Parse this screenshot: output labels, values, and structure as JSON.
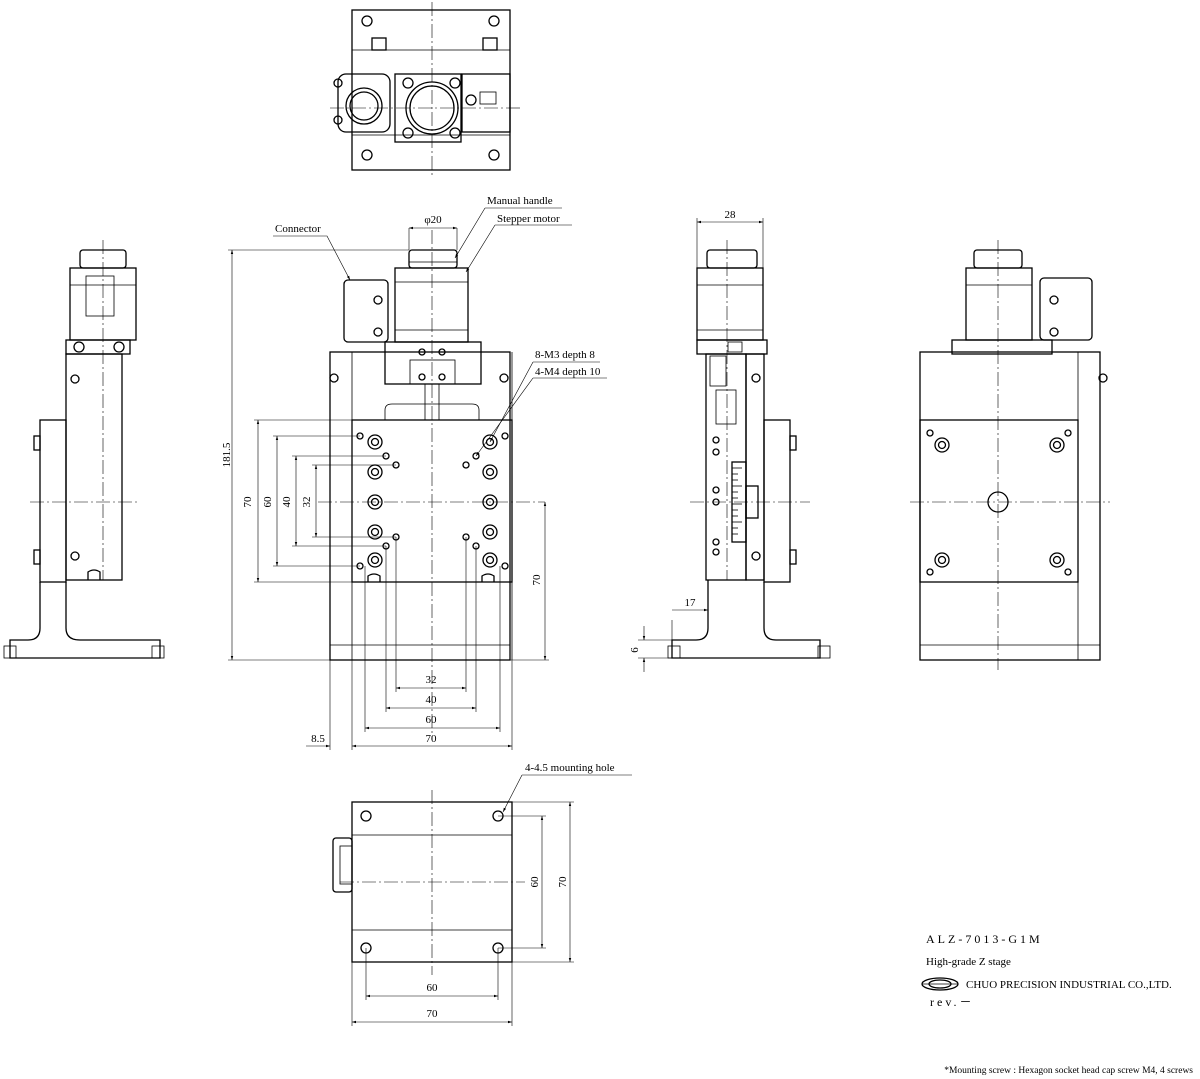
{
  "callouts": {
    "manual_handle": "Manual handle",
    "stepper_motor": "Stepper motor",
    "connector": "Connector",
    "phi20": "φ20",
    "m3": "8-M3 depth 8",
    "m4": "4-M4 depth 10",
    "mount_hole": "4-4.5 mounting hole"
  },
  "dimensions": {
    "height_total": "181.5",
    "left_70": "70",
    "left_60": "60",
    "left_40": "40",
    "left_32": "32",
    "right_70": "70",
    "bottom_32": "32",
    "bottom_40": "40",
    "bottom_60": "60",
    "bottom_70": "70",
    "offset_8_5": "8.5",
    "side_28": "28",
    "side_17": "17",
    "side_6": "6",
    "base_v60": "60",
    "base_v70": "70",
    "base_h60": "60",
    "base_h70": "70"
  },
  "title_block": {
    "model": "ALZ-7013-G1M",
    "description": "High-grade Z stage",
    "company": "CHUO PRECISION INDUSTRIAL CO.,LTD.",
    "revision": "rev.－"
  },
  "footnote": "*Mounting screw : Hexagon socket head cap screw M4, 4 screws"
}
